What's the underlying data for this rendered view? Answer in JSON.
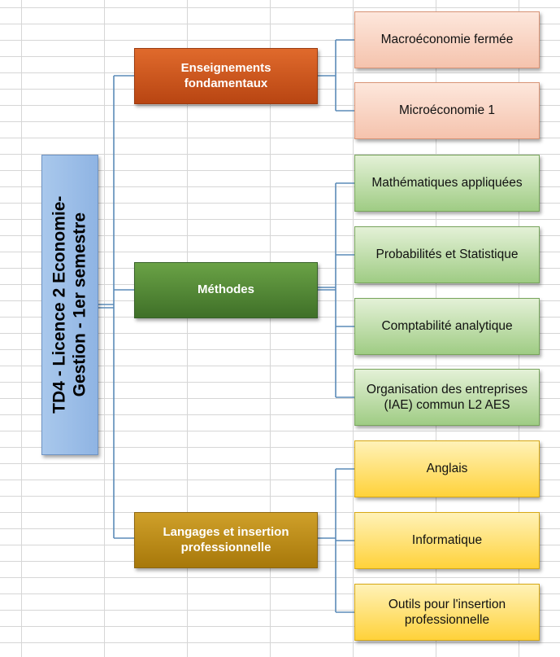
{
  "root": {
    "label": "TD4 - Licence 2 Economie-\nGestion - 1er semestre"
  },
  "categories": [
    {
      "label": "Enseignements fondamentaux",
      "color": "#c9561c",
      "items": [
        "Macroéconomie fermée",
        "Microéconomie 1"
      ]
    },
    {
      "label": "Méthodes",
      "color": "#4f8232",
      "items": [
        "Mathématiques appliquées",
        "Probabilités et Statistique",
        "Comptabilité analytique",
        "Organisation des entreprises (IAE) commun L2 AES"
      ]
    },
    {
      "label": "Langages et insertion professionnelle",
      "color": "#b8860b",
      "items": [
        "Anglais",
        "Informatique",
        "Outils pour l'insertion professionnelle"
      ]
    }
  ],
  "connector_color": "#5b8bb8"
}
